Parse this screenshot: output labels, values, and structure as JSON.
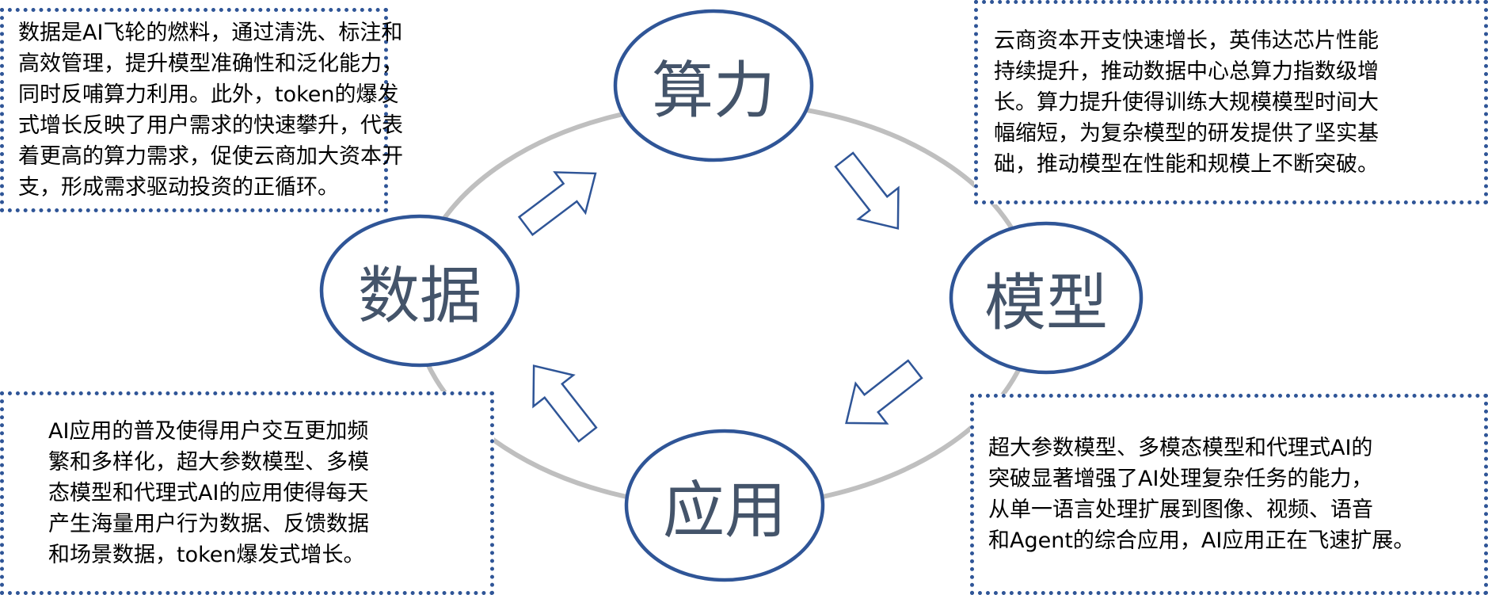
{
  "nodes": {
    "compute": "算力",
    "model": "模型",
    "data": "数据",
    "application": "应用"
  },
  "boxes": {
    "data_text": [
      "数据是AI飞轮的燃料，通过清洗、标注和",
      "高效管理，提升模型准确性和泛化能力，",
      "同时反哺算力利用。此外，token的爆发",
      "式增长反映了用户需求的快速攀升，代表",
      "着更高的算力需求，促使云商加大资本开",
      "支，形成需求驱动投资的正循环。"
    ],
    "compute_text": [
      "云商资本开支快速增长，英伟达芯片性能",
      "持续提升，推动数据中心总算力指数级增",
      "长。算力提升使得训练大规模模型时间大",
      "幅缩短，为复杂模型的研发提供了坚实基",
      "础，推动模型在性能和规模上不断突破。"
    ],
    "application_text": [
      "AI应用的普及使得用户交互更加频",
      "繁和多样化，超大参数模型、多模",
      "态模型和代理式AI的应用使得每天",
      "产生海量用户行为数据、反馈数据",
      "和场景数据，token爆发式增长。"
    ],
    "model_text": [
      "超大参数模型、多模态模型和代理式AI的",
      "突破显著增强了AI处理复杂任务的能力，",
      "从单一语言处理扩展到图像、视频、语音",
      "和Agent的综合应用，AI应用正在飞速扩展。"
    ]
  },
  "colors": {
    "accent": "#2f5597",
    "ring": "#bfbfbf",
    "label": "#44546a"
  }
}
